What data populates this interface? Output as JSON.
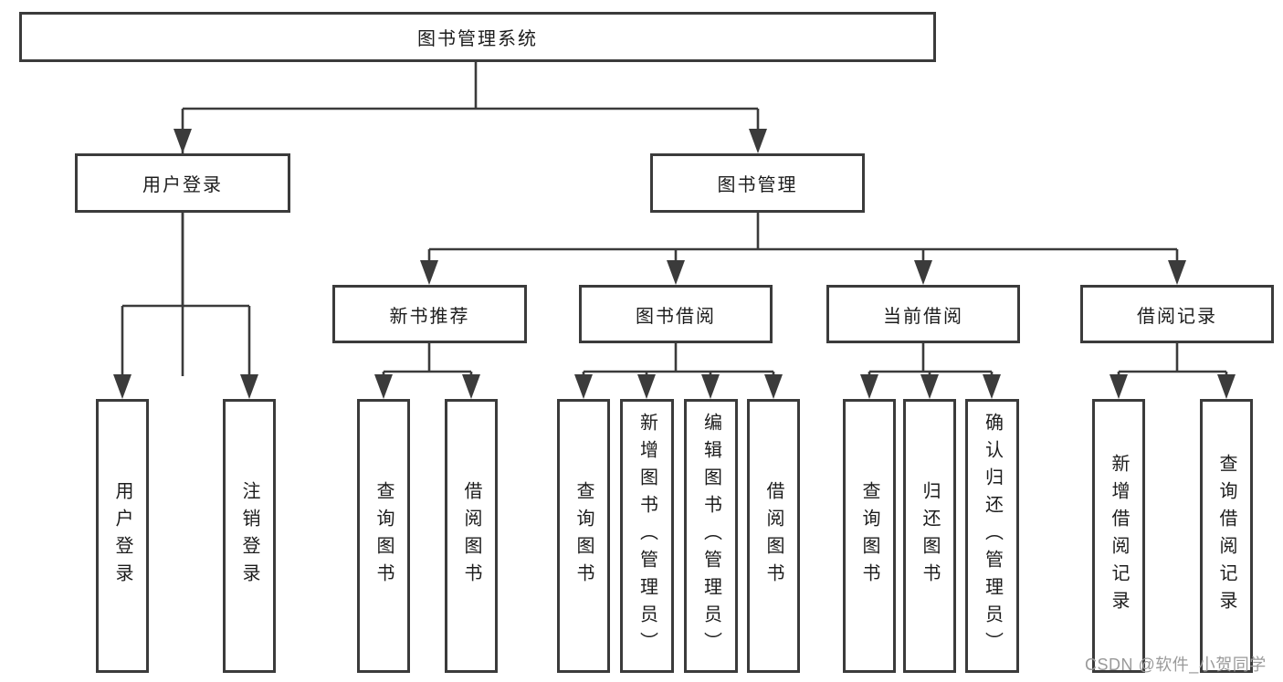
{
  "tree": {
    "root": {
      "label": "图书管理系统",
      "children": [
        {
          "label": "用户登录",
          "children": [
            {
              "label": "用户登录"
            },
            {
              "label": "注销登录"
            }
          ]
        },
        {
          "label": "图书管理",
          "children": [
            {
              "label": "新书推荐",
              "children": [
                {
                  "label": "查询图书"
                },
                {
                  "label": "借阅图书"
                }
              ]
            },
            {
              "label": "图书借阅",
              "children": [
                {
                  "label": "查询图书"
                },
                {
                  "label": "新增图书（管理员）"
                },
                {
                  "label": "编辑图书（管理员）"
                },
                {
                  "label": "借阅图书"
                }
              ]
            },
            {
              "label": "当前借阅",
              "children": [
                {
                  "label": "查询图书"
                },
                {
                  "label": "归还图书"
                },
                {
                  "label": "确认归还（管理员）"
                }
              ]
            },
            {
              "label": "借阅记录",
              "children": [
                {
                  "label": "新增借阅记录"
                },
                {
                  "label": "查询借阅记录"
                }
              ]
            }
          ]
        }
      ]
    }
  },
  "watermark": {
    "text": "CSDN @软件_小贺同学",
    "color": "#9a9a9a"
  },
  "colors": {
    "line": "#3b3b3b",
    "border": "#3b3b3b",
    "text": "#1c1c1c",
    "background": "#ffffff"
  }
}
